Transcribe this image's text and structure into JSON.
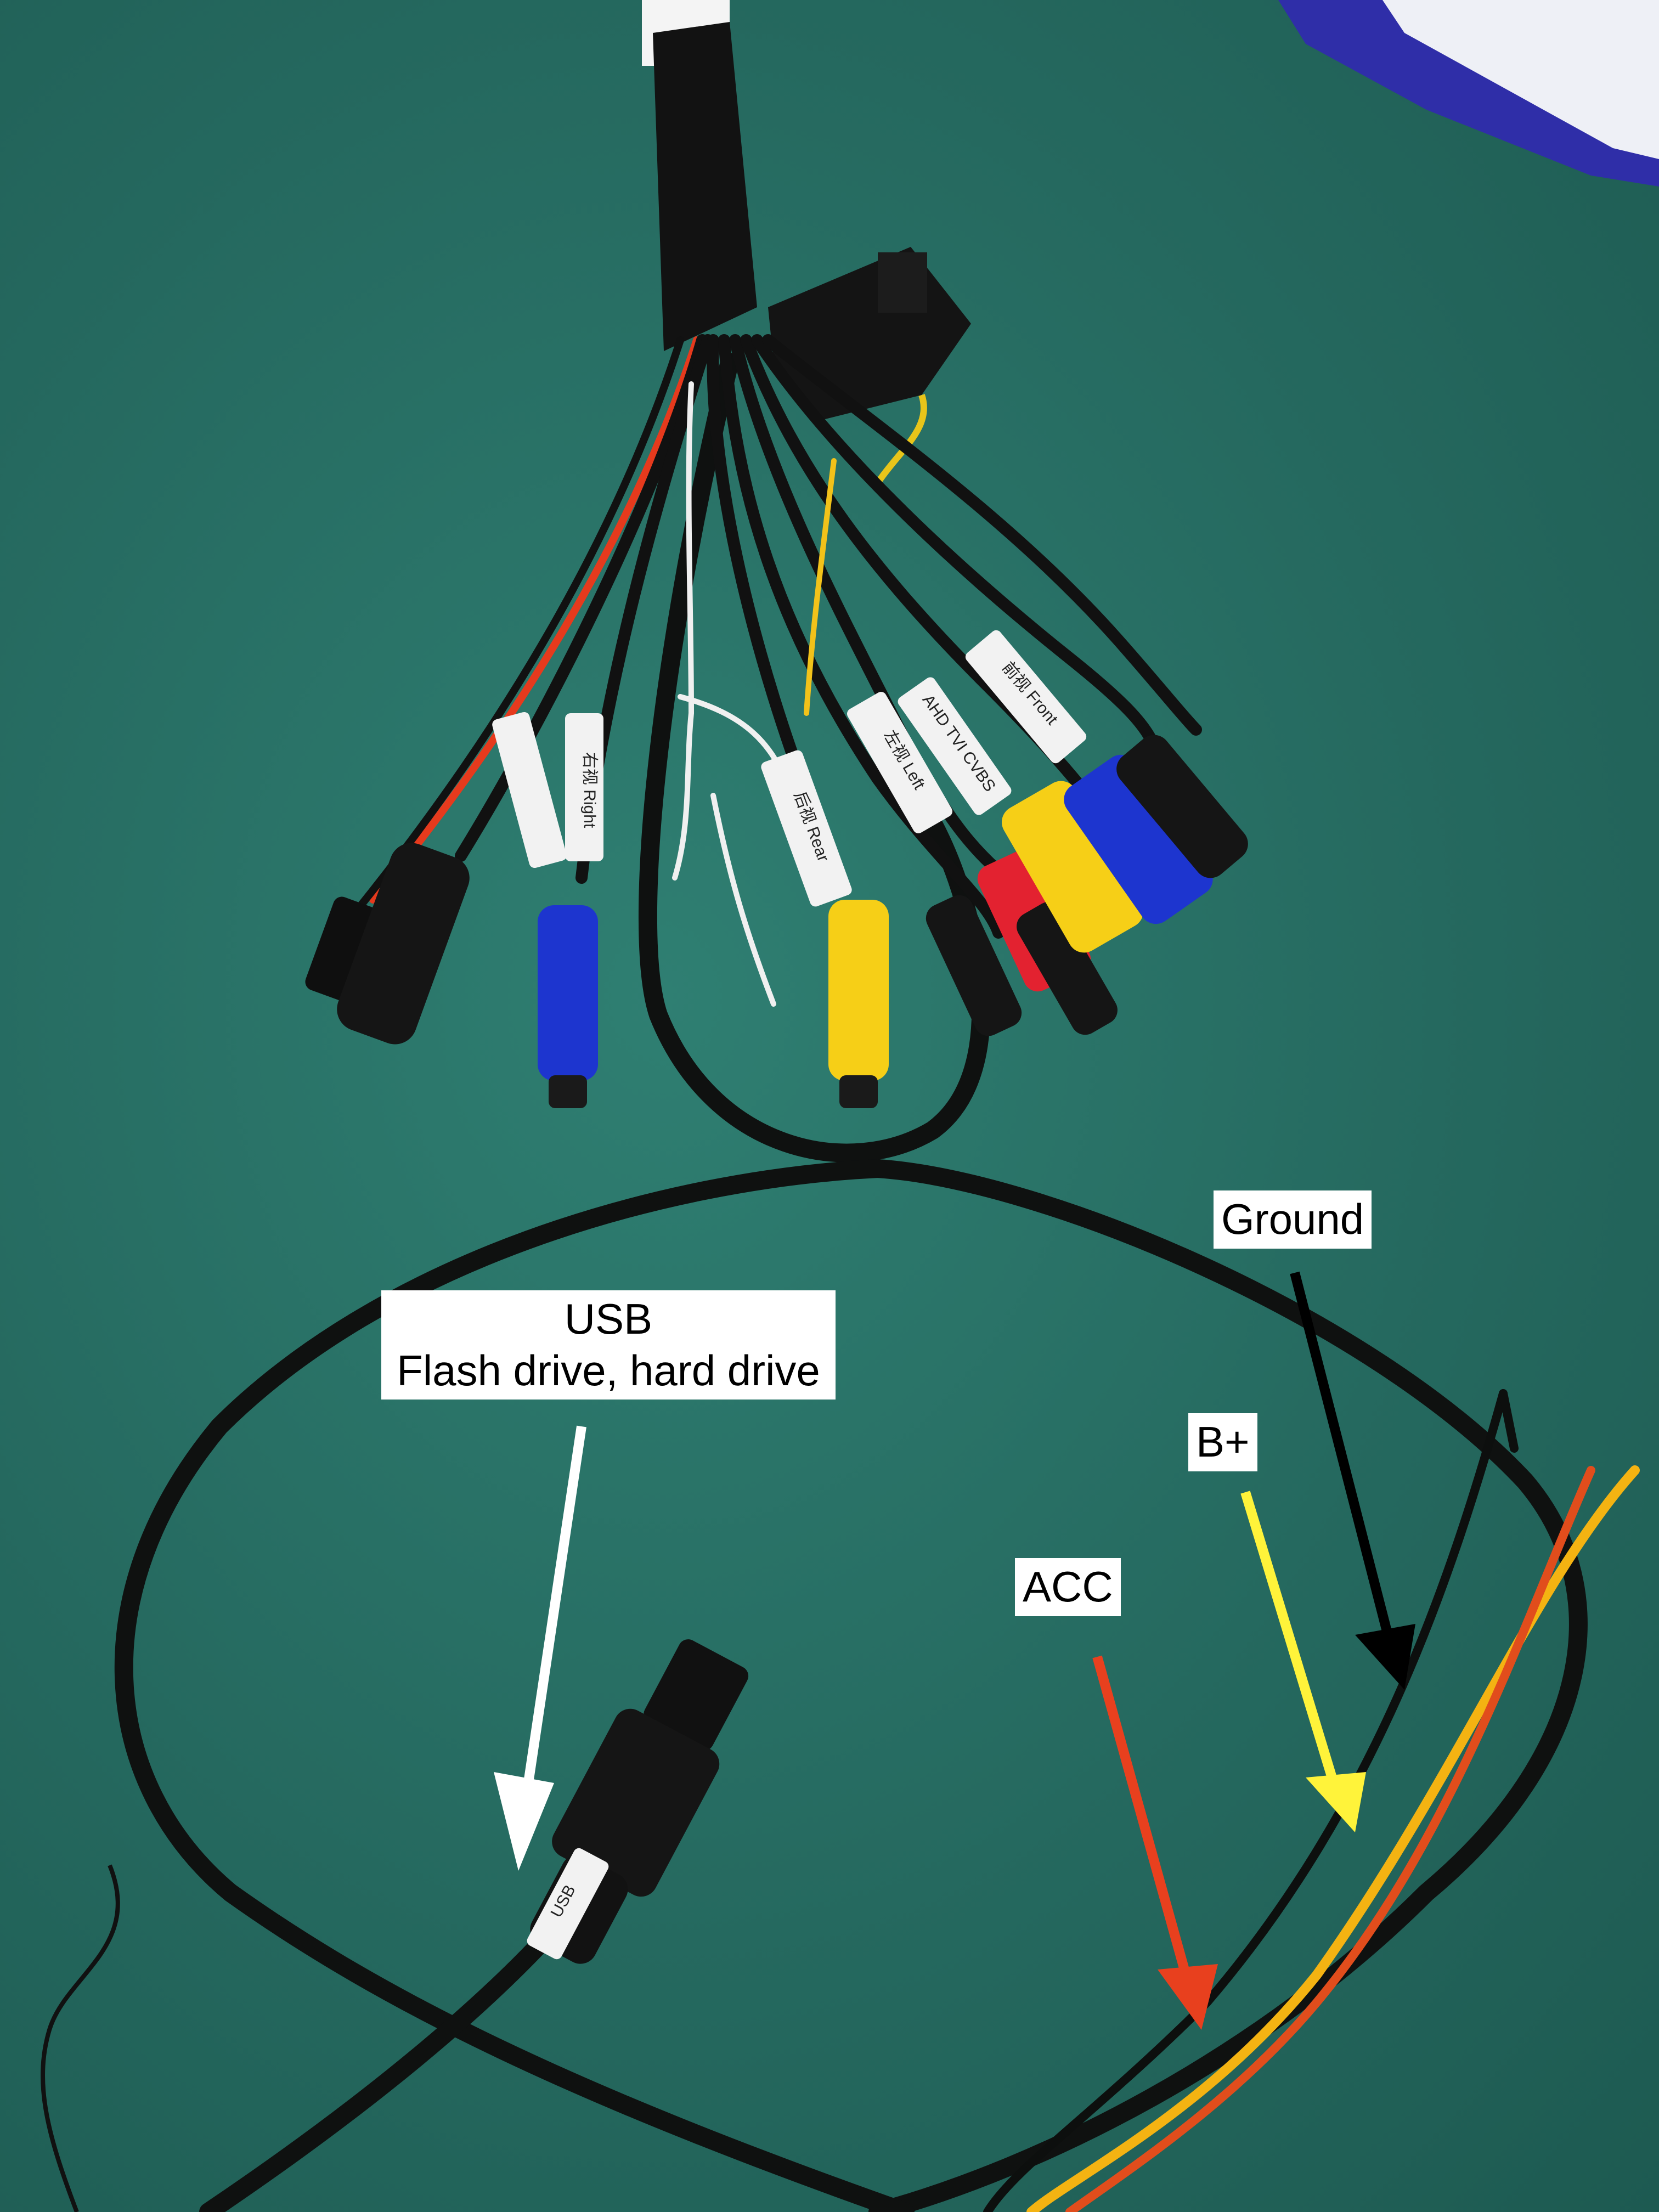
{
  "annotations": {
    "usb": {
      "line1": "USB",
      "line2": "Flash drive, hard drive"
    },
    "ground": "Ground",
    "bplus": "B+",
    "acc": "ACC"
  },
  "cable_tags": {
    "usb": "USB",
    "right": "右视 Right",
    "rear": "后视 Rear",
    "left": "左视 Left",
    "front": "前视 Front",
    "ahd": "AHD TVI CVBS"
  },
  "colors": {
    "mat": "#276c61",
    "usb_arrow": "#ffffff",
    "ground_arrow": "#000000",
    "bplus_arrow": "#fff33a",
    "acc_arrow": "#e8401e"
  }
}
